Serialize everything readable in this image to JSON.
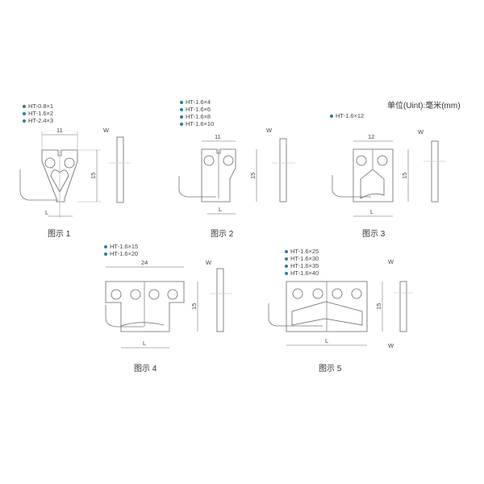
{
  "unit_label": "单位(Uint):毫米(mm)",
  "accent_color": "#2a7f8f",
  "figures": [
    {
      "caption": "图示 1",
      "models": [
        "HT-0.8×1",
        "HT-1.6×2",
        "HT-2.4×3"
      ],
      "width_dim": "11",
      "height_dim": "15",
      "length_label": "L",
      "thickness_label": "W"
    },
    {
      "caption": "图示 2",
      "models": [
        "HT-1.6×4",
        "HT-1.6×6",
        "HT-1.6×8",
        "HT-1.6×10"
      ],
      "width_dim": "11",
      "height_dim": "15",
      "length_label": "L",
      "thickness_label": "W"
    },
    {
      "caption": "图示 3",
      "models": [
        "HT-1.6×12"
      ],
      "width_dim": "12",
      "height_dim": "15",
      "length_label": "L",
      "thickness_label": "W"
    },
    {
      "caption": "图示 4",
      "models": [
        "HT-1.6×15",
        "HT-1.6×20"
      ],
      "width_dim": "24",
      "height_dim": "15",
      "length_label": "L",
      "thickness_label": "W"
    },
    {
      "caption": "图示 5",
      "models": [
        "HT-1.6×25",
        "HT-1.6×30",
        "HT-1.6×35",
        "HT-1.6×40"
      ],
      "width_dim": "",
      "height_dim": "15",
      "length_label": "L",
      "thickness_label": "W"
    }
  ]
}
